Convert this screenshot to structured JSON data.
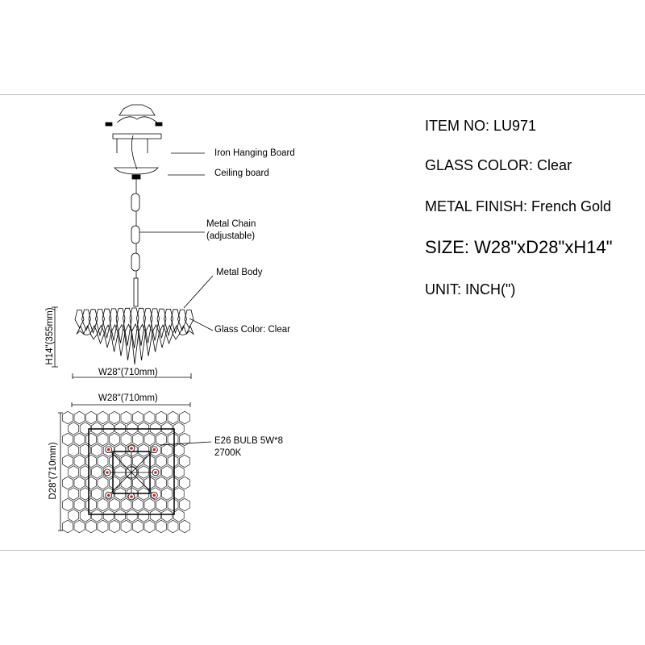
{
  "specs": {
    "item_no": "ITEM NO: LU971",
    "glass_color": "GLASS COLOR: Clear",
    "metal_finish": "METAL FINISH: French Gold",
    "size": "SIZE: W28\"xD28\"xH14\"",
    "unit": "UNIT:  INCH(\")"
  },
  "side_view": {
    "labels": {
      "iron_hanging_board": "Iron Hanging Board",
      "ceiling_board": "Ceiling board",
      "metal_chain": "Metal Chain",
      "metal_chain_note": "(adjustable)",
      "metal_body": "Metal Body",
      "glass_color": "Glass Color: Clear"
    },
    "height_dim": "H14\"(355mm)",
    "width_dim": "W28\"(710mm)"
  },
  "top_view": {
    "width_dim": "W28\"(710mm)",
    "depth_dim": "D28\"(710mm)",
    "bulb_label": "E26 BULB 5W*8",
    "bulb_temp": "2700K",
    "bulb_count": 8
  },
  "colors": {
    "line": "#000000",
    "frame": "#bbbbbb",
    "bulb": "#d22222"
  }
}
